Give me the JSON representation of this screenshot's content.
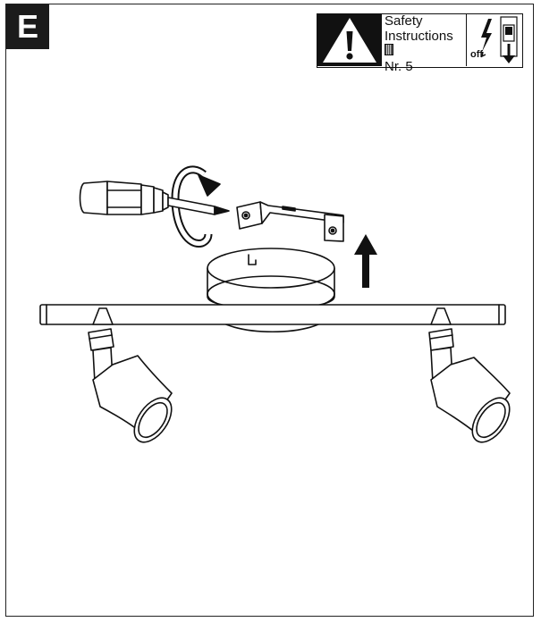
{
  "step": {
    "letter": "E"
  },
  "safety": {
    "line1": "Safety",
    "line2": "Instructions",
    "number": "Nr. 5",
    "off_label": "off"
  },
  "icons": {
    "warning": "warning-triangle-icon",
    "power_off": "lightning-switch-off-icon",
    "book": "manual-book-icon",
    "rotate": "rotate-counterclockwise-icon",
    "up_arrow": "arrow-up-icon"
  }
}
